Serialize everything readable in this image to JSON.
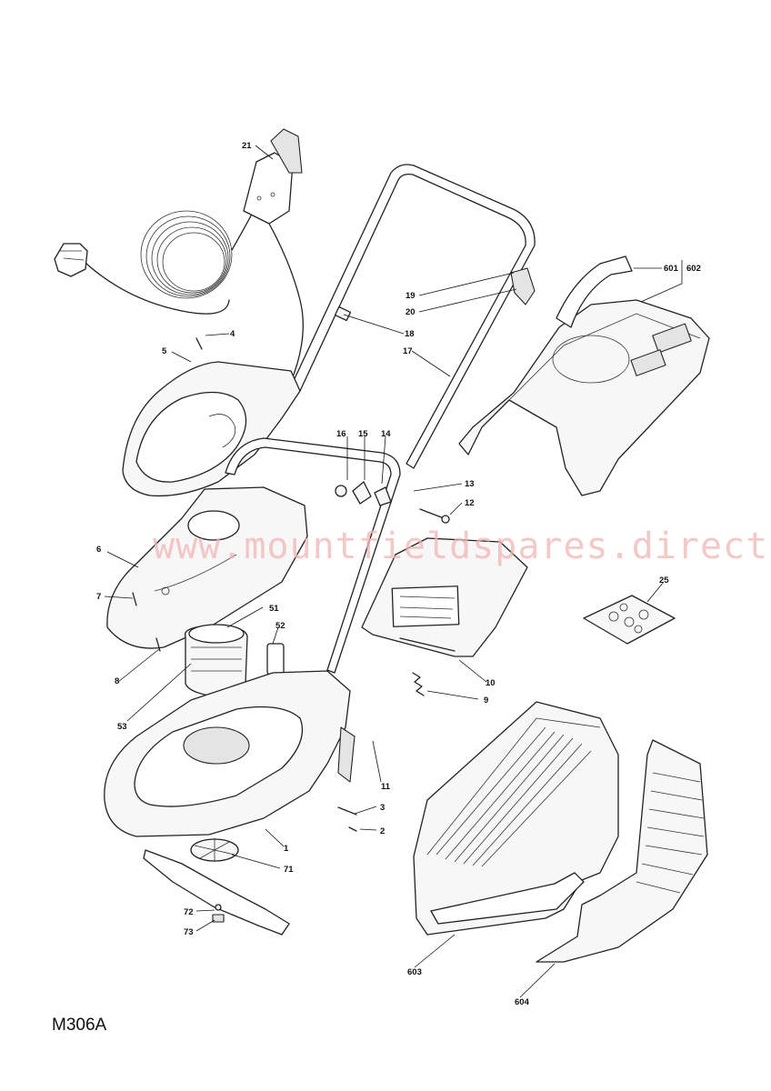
{
  "diagram_code": "M306A",
  "watermark": "www.mountfieldspares.direct",
  "callouts": {
    "c1": "1",
    "c2": "2",
    "c3": "3",
    "c4": "4",
    "c5": "5",
    "c6": "6",
    "c7": "7",
    "c8": "8",
    "c9": "9",
    "c10": "10",
    "c11": "11",
    "c12": "12",
    "c13": "13",
    "c14": "14",
    "c15": "15",
    "c16": "16",
    "c17": "17",
    "c18": "18",
    "c19": "19",
    "c20": "20",
    "c21": "21",
    "c25": "25",
    "c51": "51",
    "c52": "52",
    "c53": "53",
    "c71": "71",
    "c72": "72",
    "c73": "73",
    "c601": "601",
    "c602": "602",
    "c603": "603",
    "c604": "604"
  }
}
